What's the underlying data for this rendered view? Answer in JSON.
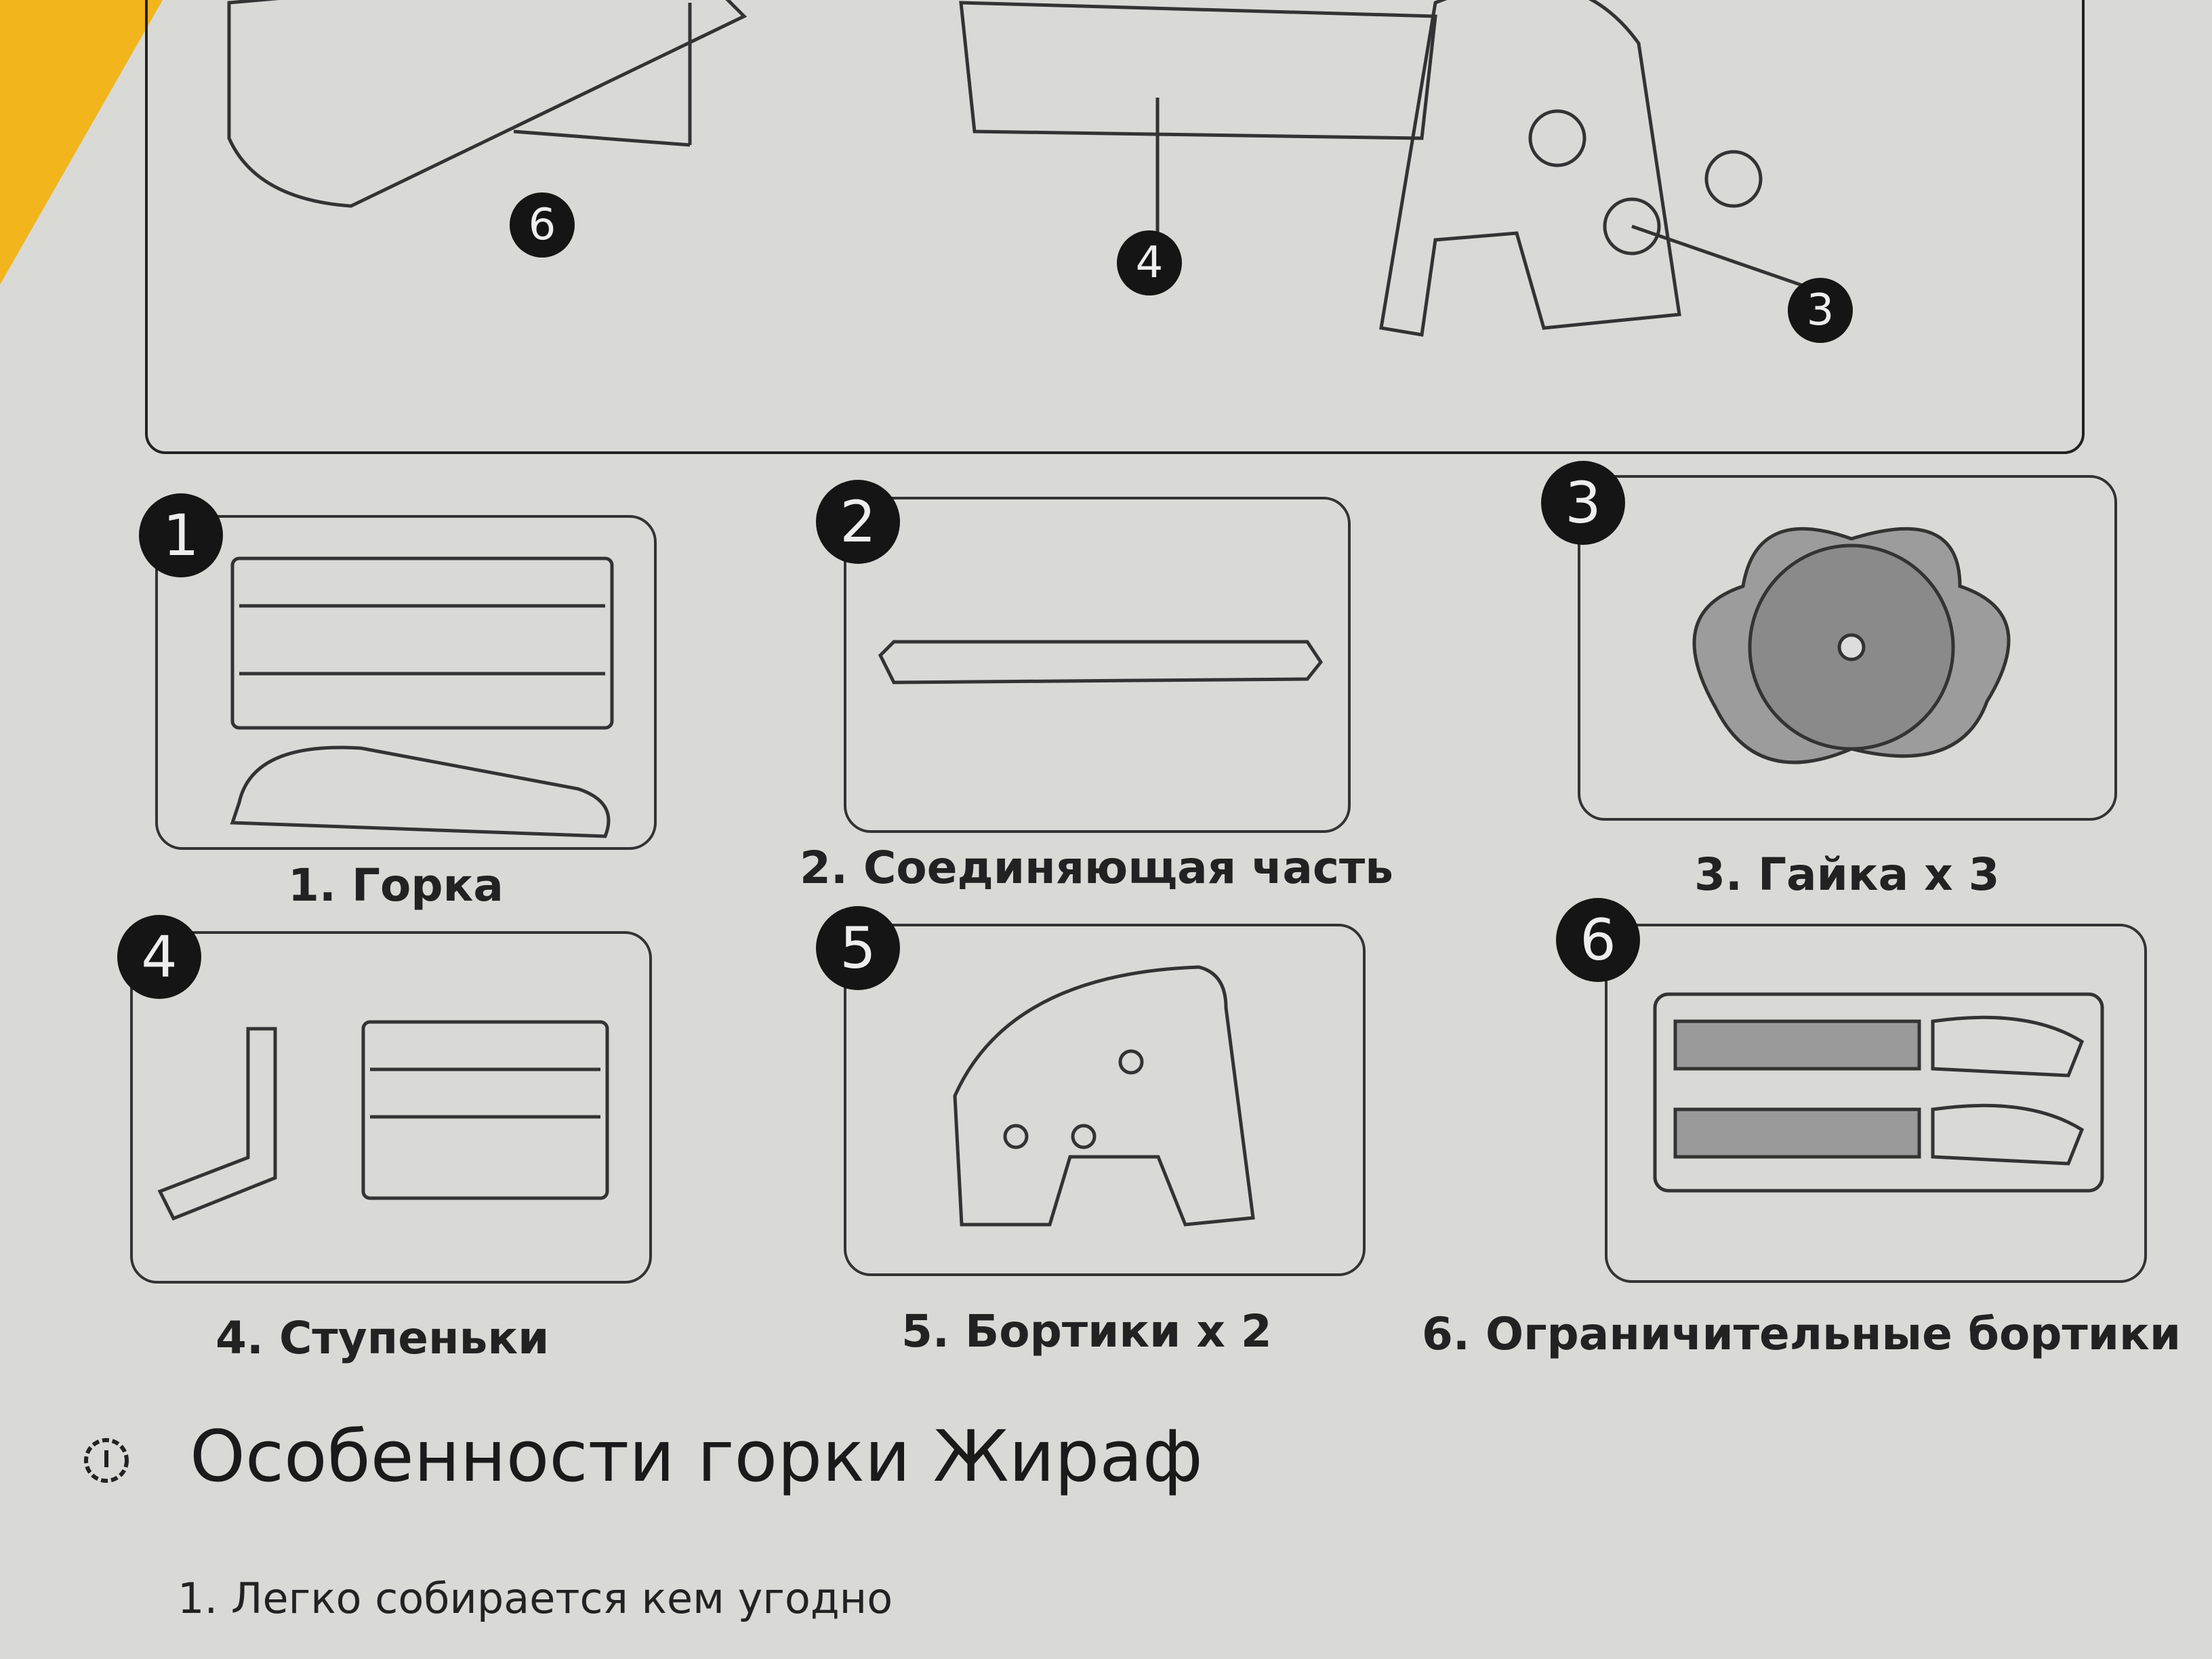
{
  "top_callouts": [
    "6",
    "4",
    "3"
  ],
  "parts": [
    {
      "number": "1",
      "label": "1. Горка"
    },
    {
      "number": "2",
      "label": "2. Соединяющая часть"
    },
    {
      "number": "3",
      "label": "3. Гайка x 3"
    },
    {
      "number": "4",
      "label": "4. Ступеньки"
    },
    {
      "number": "5",
      "label": "5. Бортики x 2"
    },
    {
      "number": "6",
      "label": "6. Ограничительные бортики"
    }
  ],
  "features": {
    "heading": "Особенности горки Жираф",
    "items": [
      "1. Легко собирается кем угодно"
    ]
  }
}
